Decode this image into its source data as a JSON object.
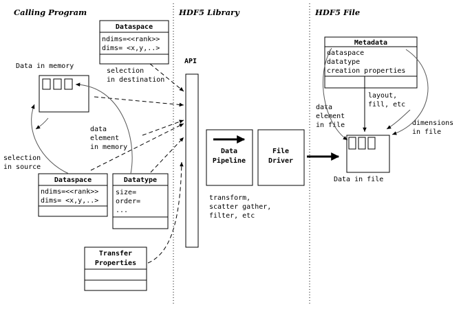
{
  "columns": {
    "calling_program": "Calling Program",
    "hdf5_library": "HDF5 Library",
    "hdf5_file": "HDF5 File"
  },
  "dataspace_dest": {
    "title": "Dataspace",
    "line1": "ndims=<<rank>>",
    "line2": "dims= <x,y,..>"
  },
  "labels": {
    "data_in_memory": "Data in memory",
    "selection_in_destination_1": "selection",
    "selection_in_destination_2": "in destination",
    "api": "API",
    "data_element_memory_1": "data",
    "data_element_memory_2": "element",
    "data_element_memory_3": "in memory",
    "selection_in_source_1": "selection",
    "selection_in_source_2": "in source",
    "transform_1": "transform,",
    "transform_2": "scatter gather,",
    "transform_3": "filter, etc",
    "layout_1": "layout,",
    "layout_2": "fill, etc",
    "data_element_file_1": "data",
    "data_element_file_2": "element",
    "data_element_file_3": "in file",
    "dimensions_1": "dimensions",
    "dimensions_2": "in file",
    "data_in_file": "Data in file"
  },
  "dataspace_src": {
    "title": "Dataspace",
    "line1": "ndims=<<rank>>",
    "line2": "dims= <x,y,..>"
  },
  "datatype": {
    "title": "Datatype",
    "line1": "size=",
    "line2": "order=",
    "line3": "..."
  },
  "transfer": {
    "title_1": "Transfer",
    "title_2": "Properties"
  },
  "pipeline": {
    "title_1": "Data",
    "title_2": "Pipeline"
  },
  "driver": {
    "title_1": "File",
    "title_2": "Driver"
  },
  "metadata": {
    "title": "Metadata",
    "line1": "dataspace",
    "line2": "datatype",
    "line3": "creation properties"
  }
}
